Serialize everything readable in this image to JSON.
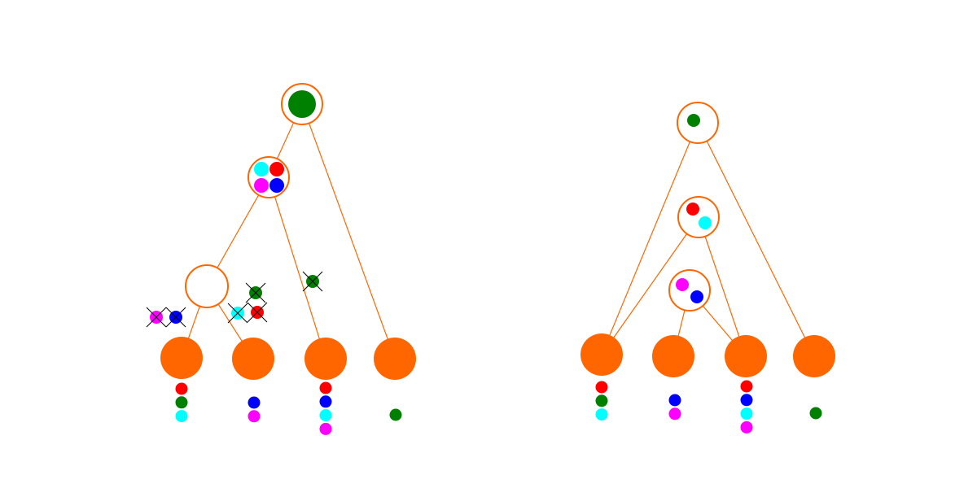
{
  "colors": {
    "node": "#ff6600",
    "edge": "#ff6600",
    "red": "#ff0000",
    "green": "#008000",
    "cyan": "#00ffff",
    "blue": "#0000ff",
    "magenta": "#ff00ff",
    "cross": "#000000",
    "background": "#ffffff"
  },
  "diagrams": [
    {
      "name": "left-tree",
      "internal_nodes": [
        {
          "id": "root",
          "contents": [
            "green"
          ]
        },
        {
          "id": "mid",
          "contents": [
            "cyan",
            "red",
            "magenta",
            "blue"
          ]
        },
        {
          "id": "low",
          "contents": []
        }
      ],
      "leaves": [
        {
          "id": "leaf-1",
          "traits": [
            "red",
            "green",
            "cyan"
          ]
        },
        {
          "id": "leaf-2",
          "traits": [
            "blue",
            "magenta"
          ]
        },
        {
          "id": "leaf-3",
          "traits": [
            "red",
            "blue",
            "cyan",
            "magenta"
          ]
        },
        {
          "id": "leaf-4",
          "traits": [
            "green"
          ]
        }
      ],
      "lost_traits": [
        {
          "edge": "low-leaf-1",
          "traits": [
            "magenta",
            "blue"
          ]
        },
        {
          "edge": "low-leaf-2",
          "traits": [
            "green",
            "cyan",
            "red"
          ]
        },
        {
          "edge": "mid-leaf-3",
          "traits": [
            "green"
          ]
        }
      ]
    },
    {
      "name": "right-tree",
      "internal_nodes": [
        {
          "id": "root",
          "contents": [
            "green"
          ]
        },
        {
          "id": "mid",
          "contents": [
            "red",
            "cyan"
          ]
        },
        {
          "id": "low",
          "contents": [
            "magenta",
            "blue"
          ]
        }
      ],
      "leaves": [
        {
          "id": "leaf-1",
          "traits": [
            "red",
            "green",
            "cyan"
          ]
        },
        {
          "id": "leaf-2",
          "traits": [
            "blue",
            "magenta"
          ]
        },
        {
          "id": "leaf-3",
          "traits": [
            "red",
            "blue",
            "cyan",
            "magenta"
          ]
        },
        {
          "id": "leaf-4",
          "traits": [
            "green"
          ]
        }
      ],
      "lost_traits": []
    }
  ]
}
